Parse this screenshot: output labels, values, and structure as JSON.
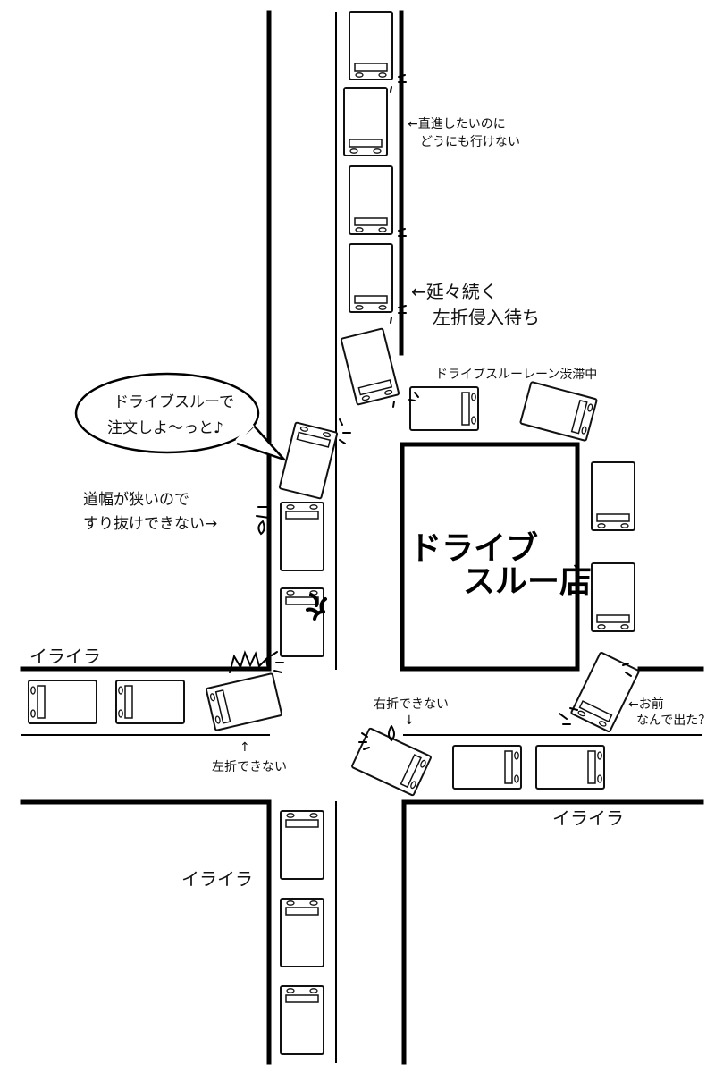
{
  "store": {
    "line1": "ドライブ",
    "line2": "スルー店"
  },
  "labels": {
    "straight_1": "←直進したいのに",
    "straight_2": "どうにも行けない",
    "leftwait_1": "←延々続く",
    "leftwait_2": "左折侵入待ち",
    "lane_jam": "ドライブスルーレーン渋滞中",
    "bubble_1": "ドライブスルーで",
    "bubble_2": "注文しよ～っと♪",
    "narrow_1": "道幅が狭いので",
    "narrow_2": "すり抜けできない→",
    "irritated_left": "イライラ",
    "irritated_right": "イライラ",
    "irritated_bottom": "イライラ",
    "cant_left": "左折できない",
    "cant_left_arrow": "↑",
    "cant_right": "右折できない",
    "cant_right_arrow": "↓",
    "omae_1": "←お前",
    "omae_2": "なんで出た？"
  }
}
